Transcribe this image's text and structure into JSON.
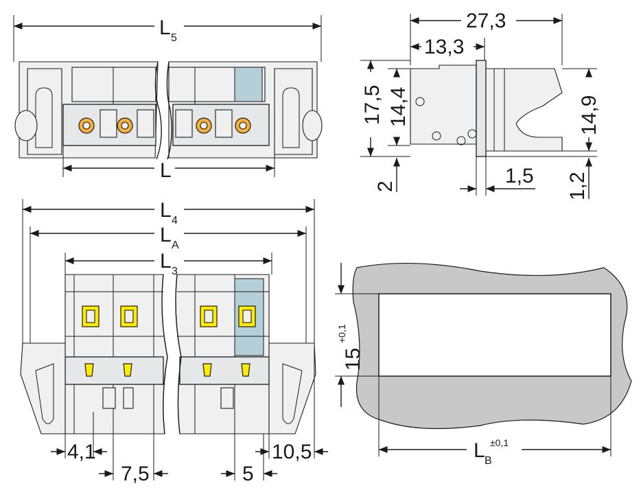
{
  "dimensions": {
    "L5": {
      "main": "L",
      "sub": "5"
    },
    "L": "L",
    "width_27_3": "27,3",
    "width_13_3": "13,3",
    "height_17_5": "17,5",
    "height_14_4": "14,4",
    "height_14_9": "14,9",
    "flange_2": "2",
    "flange_1_5": "1,5",
    "flange_1_2": "1,2",
    "L4": {
      "main": "L",
      "sub": "4"
    },
    "LA": {
      "main": "L",
      "sub": "A"
    },
    "L3": {
      "main": "L",
      "sub": "3"
    },
    "pitch_4_1": "4,1",
    "pitch_7_5": "7,5",
    "pitch_5": "5",
    "end_10_5": "10,5",
    "cutout_height": {
      "main": "15",
      "tol": "+0,1"
    },
    "LB": {
      "main": "L",
      "sub": "B",
      "tol": "±0,1"
    }
  },
  "colors": {
    "housing": "#e6e7e8",
    "marker": "#b5cfd8",
    "pin": "#f7b13a",
    "spring": "#ffec00",
    "panel": "#c8c8c9"
  }
}
